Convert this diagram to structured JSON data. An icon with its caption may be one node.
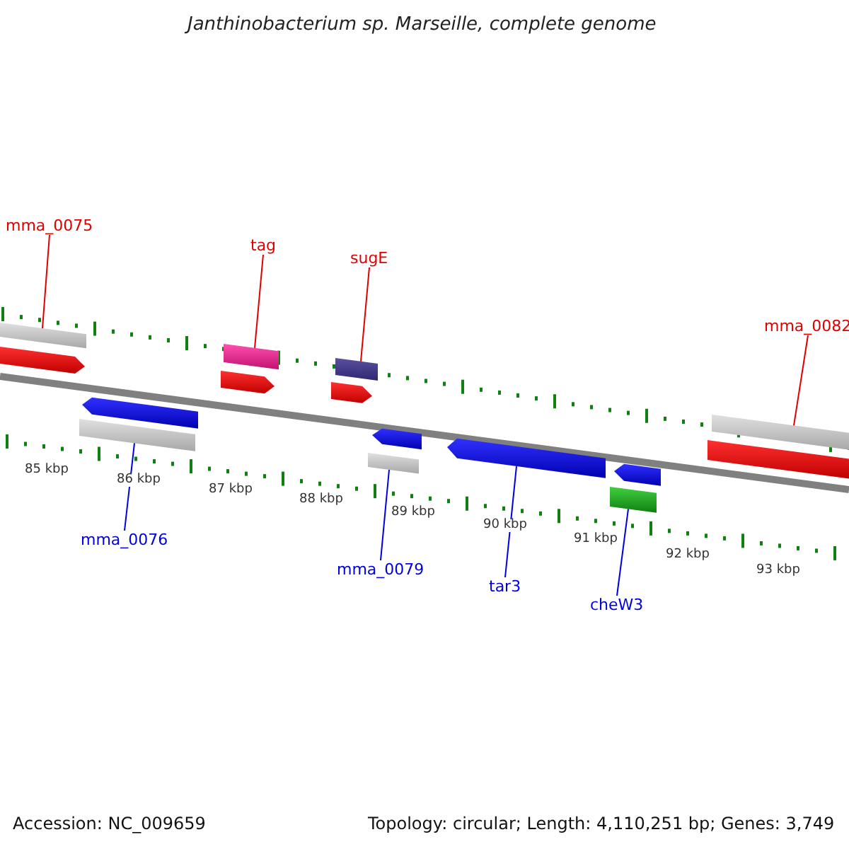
{
  "diagram": {
    "title": "Janthinobacterium sp. Marseille, complete genome",
    "nodes": [
      {
        "text": [
          "mma_0075"
        ]
      },
      {
        "text": [],
        "shape": "bar"
      },
      {
        "text": [
          "tag"
        ]
      },
      {
        "text": [],
        "shape": "bar"
      },
      {
        "text": [
          "sugE"
        ]
      },
      {
        "text": [],
        "shape": "bar"
      },
      {
        "text": [
          "mma_0082"
        ]
      },
      {
        "text": [],
        "shape": "bar"
      },
      {
        "text": [
          "mma_0076"
        ]
      },
      {
        "text": [],
        "shape": "bar"
      },
      {
        "text": [
          "mma_0079"
        ]
      },
      {
        "text": [],
        "shape": "bar"
      },
      {
        "text": [
          "tar3"
        ]
      },
      {
        "text": [],
        "shape": "arrow"
      },
      {
        "text": [
          "cheW3"
        ]
      },
      {
        "text": [],
        "shape": "bar"
      },
      {
        "text": [],
        "shape": "arrow"
      },
      {
        "text": [],
        "shape": "arrow"
      },
      {
        "text": [],
        "shape": "arrow"
      },
      {
        "text": [],
        "shape": "arrow"
      },
      {
        "text": [],
        "shape": "arrow"
      },
      {
        "text": [],
        "shape": "arrow"
      },
      {
        "text": [],
        "shape": "bar"
      }
    ],
    "edges": [
      {
        "from": 0,
        "to": 1,
        "arrow": "none"
      },
      {
        "from": 2,
        "to": 3,
        "arrow": "none"
      },
      {
        "from": 4,
        "to": 5,
        "arrow": "none"
      },
      {
        "from": 6,
        "to": 7,
        "arrow": "none"
      },
      {
        "from": 8,
        "to": 9,
        "arrow": "none",
        "color": "#0000e0"
      },
      {
        "from": 10,
        "to": 11,
        "arrow": "none",
        "color": "#0000e0"
      },
      {
        "from": 12,
        "to": 13,
        "arrow": "none",
        "color": "#0000e0"
      },
      {
        "from": 14,
        "to": 15,
        "arrow": "none",
        "color": "#0000e0"
      }
    ],
    "labels": [
      "85 kbp",
      "86 kbp",
      "87 kbp",
      "88 kbp",
      "89 kbp",
      "90 kbp",
      "91 kbp",
      "92 kbp",
      "93 kbp",
      "Accession: NC_009659",
      "Topology: circular; Length: 4,110,251 bp; Genes: 3,749"
    ]
  }
}
